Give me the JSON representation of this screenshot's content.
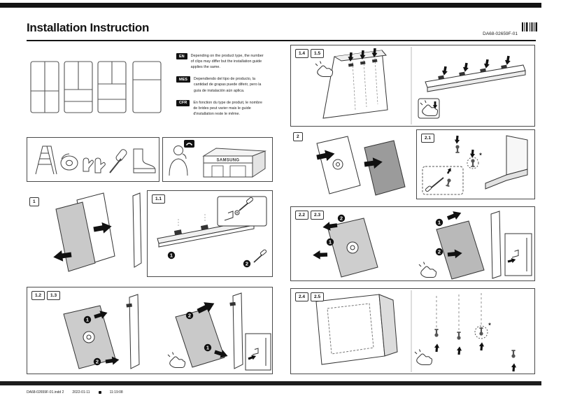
{
  "header": {
    "title": "Installation Instruction",
    "doc_number": "DA68-02659F-01"
  },
  "notes": [
    {
      "lang": "EN",
      "text": "Depending on the product type, the number of clips may differ but the installation guide applies the same."
    },
    {
      "lang": "MES",
      "text": "Dependiendo del tipo de producto, la cantidad de grapas puede diferir, pero la guía de instalación aún aplica."
    },
    {
      "lang": "CFR",
      "text": "En fonction du type de produit, le nombre de brides peut varier mais le guide d'installation reste le même."
    }
  ],
  "steps": {
    "s1": "1",
    "s1_1": "1.1",
    "s1_2": "1.2",
    "s1_3": "1.3",
    "s1_4": "1.4",
    "s1_5": "1.5",
    "s2": "2",
    "s2_1": "2.1",
    "s2_2": "2.2",
    "s2_3": "2.3",
    "s2_4": "2.4",
    "s2_5": "2.5"
  },
  "badges": {
    "n1": "1",
    "n2": "2",
    "asterisk": "*"
  },
  "brand": {
    "store_sign": "SAMSUNG"
  },
  "footer": {
    "file": "DA68-02659F-01.indd   2",
    "date": "2022-01-11",
    "time": "11:19:08"
  }
}
